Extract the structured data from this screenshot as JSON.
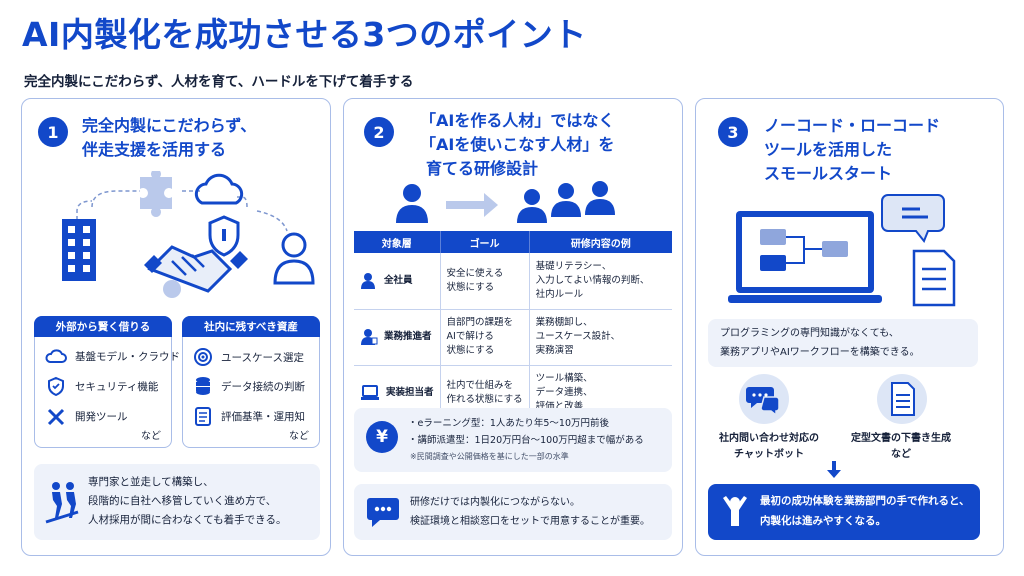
{
  "header": {
    "title": "AI内製化を成功させる3つのポイント",
    "subtitle": "完全内製にこだわらず、人材を育て、ハードルを下げて着手する"
  },
  "colors": {
    "accent": "#1248c9",
    "panel": "#eef2fa",
    "border": "#a9bde8"
  },
  "point1": {
    "number": "1",
    "title_line1": "完全内製にこだわらず、",
    "title_line2": "伴走支援を活用する",
    "external": {
      "header": "外部から賢く借りる",
      "items": [
        {
          "icon": "cloud-icon",
          "label": "基盤モデル・クラウド"
        },
        {
          "icon": "shield-icon",
          "label": "セキュリティ機能"
        },
        {
          "icon": "tools-icon",
          "label": "開発ツール"
        }
      ],
      "etc": "など"
    },
    "internal": {
      "header": "社内に残すべき資産",
      "items": [
        {
          "icon": "target-icon",
          "label": "ユースケース選定"
        },
        {
          "icon": "database-icon",
          "label": "データ接続の判断"
        },
        {
          "icon": "checklist-icon",
          "label": "評価基準・運用知"
        }
      ],
      "etc": "など"
    },
    "summary": [
      "専門家と並走して構築し、",
      "段階的に自社へ移管していく進め方で、",
      "人材採用が間に合わなくても着手できる。"
    ]
  },
  "point2": {
    "number": "2",
    "title_line1": "「AIを作る人材」ではなく",
    "title_line2": "「AIを使いこなす人材」を",
    "title_line3": "育てる研修設計",
    "table": {
      "headers": [
        "対象層",
        "ゴール",
        "研修内容の例"
      ],
      "rows": [
        {
          "icon": "person-icon",
          "target": "全社員",
          "goal": [
            "安全に使える",
            "状態にする"
          ],
          "content": [
            "基礎リテラシー、",
            "入力してよい情報の判断、",
            "社内ルール"
          ]
        },
        {
          "icon": "person-badge-icon",
          "target": "業務推進者",
          "goal": [
            "自部門の課題を",
            "AIで解ける",
            "状態にする"
          ],
          "content": [
            "業務棚卸し、",
            "ユースケース設計、",
            "実務演習"
          ]
        },
        {
          "icon": "laptop-icon",
          "target": "実装担当者",
          "goal": [
            "社内で仕組みを",
            "作れる状態にする"
          ],
          "content": [
            "ツール構築、",
            "データ連携、",
            "評価と改善"
          ]
        }
      ]
    },
    "cost": {
      "symbol": "¥",
      "line1": "・eラーニング型：1人あたり年5〜10万円前後",
      "line2": "・講師派遣型：1日20万円台〜100万円超まで幅がある",
      "note": "※民間調査や公開価格を基にした一部の水準"
    },
    "message": [
      "研修だけでは内製化につながらない。",
      "検証環境と相談窓口をセットで用意することが重要。"
    ]
  },
  "point3": {
    "number": "3",
    "title_line1": "ノーコード・ローコード",
    "title_line2": "ツールを活用した",
    "title_line3": "スモールスタート",
    "info": [
      "プログラミングの専門知識がなくても、",
      "業務アプリやAIワークフローを構築できる。"
    ],
    "example1": [
      "社内問い合わせ対応の",
      "チャットボット"
    ],
    "example2": [
      "定型文書の下書き生成",
      "など"
    ],
    "result": [
      "最初の成功体験を業務部門の手で作れると、",
      "内製化は進みやすくなる。"
    ]
  }
}
